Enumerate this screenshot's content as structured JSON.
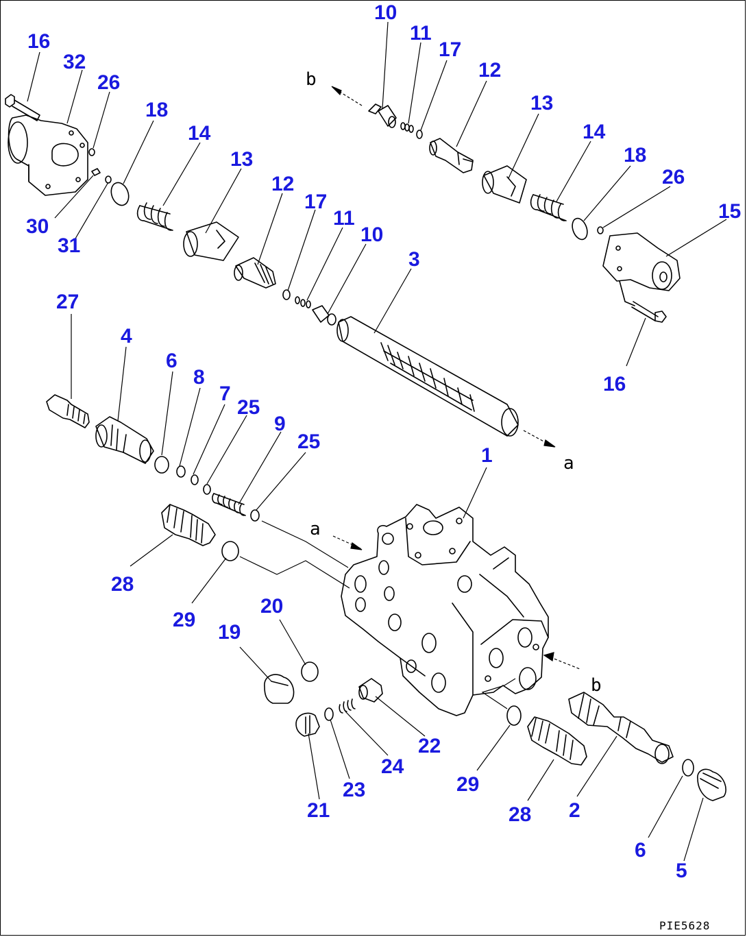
{
  "diagram": {
    "accent_color": "#1a1adf",
    "drawing_code": "PIE5628",
    "flow_refs": {
      "a": "a",
      "b": "b"
    },
    "callouts": {
      "c16a": "16",
      "c32": "32",
      "c26a": "26",
      "c30": "30",
      "c31": "31",
      "c18a": "18",
      "c14a": "14",
      "c13a": "13",
      "c12a": "12",
      "c17a": "17",
      "c11a": "11",
      "c10a": "10",
      "c3": "3",
      "c10b": "10",
      "c11b": "11",
      "c17b": "17",
      "c12b": "12",
      "c13b": "13",
      "c14b": "14",
      "c18b": "18",
      "c26b": "26",
      "c15": "15",
      "c16b": "16",
      "c27": "27",
      "c4": "4",
      "c6a": "6",
      "c8": "8",
      "c7": "7",
      "c25a": "25",
      "c9": "9",
      "c25b": "25",
      "c1": "1",
      "c28a": "28",
      "c29a": "29",
      "c20": "20",
      "c19": "19",
      "c22": "22",
      "c24": "24",
      "c23": "23",
      "c21": "21",
      "c29b": "29",
      "c28b": "28",
      "c2": "2",
      "c6b": "6",
      "c5": "5"
    }
  }
}
